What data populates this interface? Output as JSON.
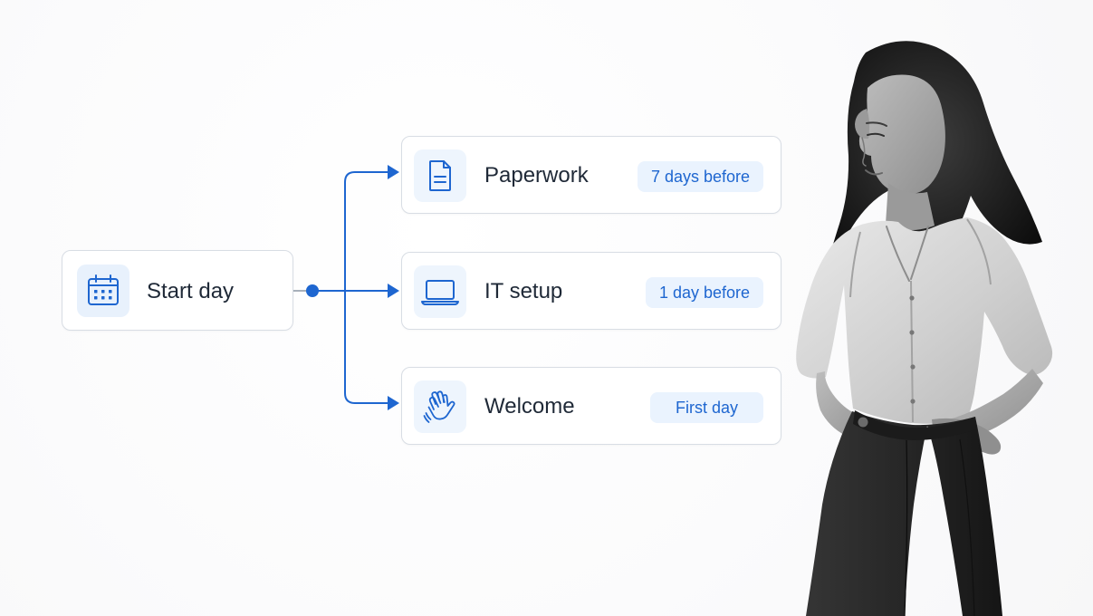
{
  "start_node": {
    "label": "Start day",
    "icon": "calendar-icon"
  },
  "steps": [
    {
      "label": "Paperwork",
      "badge": "7 days before",
      "icon": "document-icon"
    },
    {
      "label": "IT setup",
      "badge": "1 day before",
      "icon": "laptop-icon"
    },
    {
      "label": "Welcome",
      "badge": "First day",
      "icon": "waving-hand-icon"
    }
  ],
  "colors": {
    "accent": "#1e66d0",
    "badge_bg": "#eaf3fe",
    "card_border": "#d8dde4",
    "text": "#1f2937"
  }
}
